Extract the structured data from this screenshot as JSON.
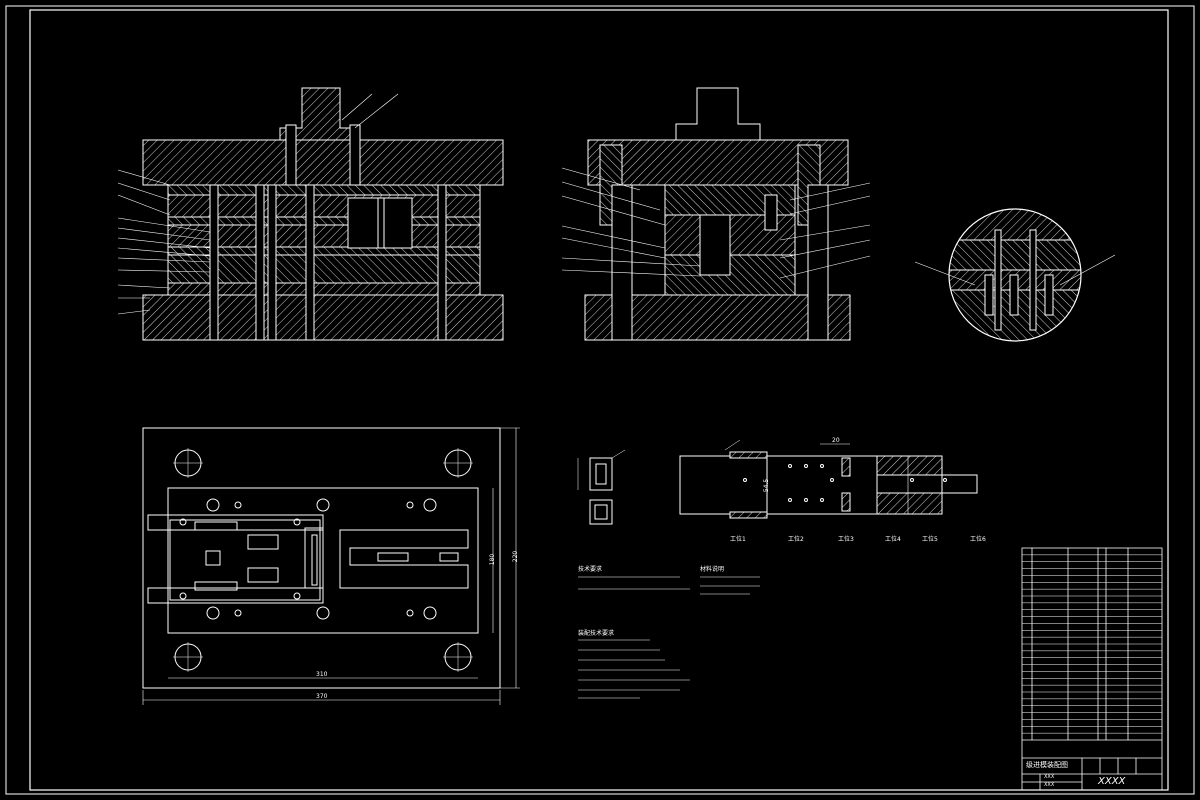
{
  "dimensions": {
    "width": "370",
    "inner_width": "310",
    "height": "220",
    "inner_height": "180"
  },
  "strip_layout": {
    "dim_top": "20",
    "dim_mid": "54.5"
  },
  "stations": [
    "工位1",
    "工位2",
    "工位3",
    "工位4",
    "工位5",
    "工位6"
  ],
  "notes": {
    "title_1": "技术要求",
    "title_2": "材料说明",
    "title_3": "装配技术要求"
  },
  "title_block": {
    "drawing_name": "级进模装配图",
    "company": "XXXX",
    "designer": "XXX",
    "checker": "XXX"
  },
  "colors": {
    "background": "#000000",
    "line": "#ffffff"
  }
}
